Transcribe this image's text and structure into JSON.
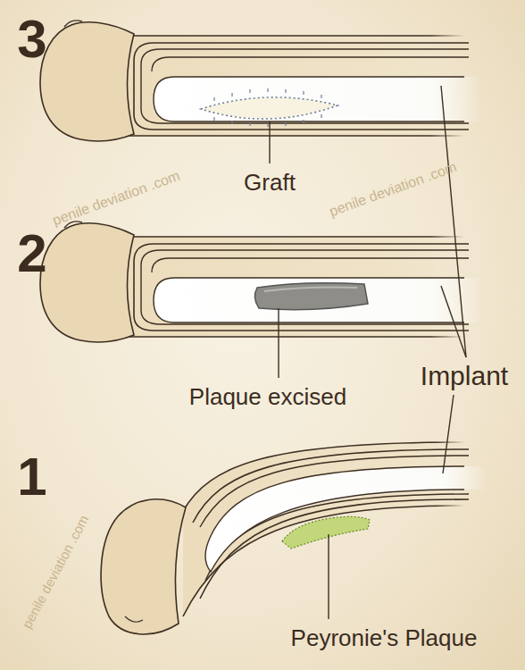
{
  "diagram": {
    "labels": [
      "3",
      "Graft",
      "2",
      "Plaque excised",
      "Implant",
      "1",
      "Peyronie's Plaque",
      "penile deviation .com",
      "penile deviation .com",
      "penile deviation .com"
    ]
  }
}
